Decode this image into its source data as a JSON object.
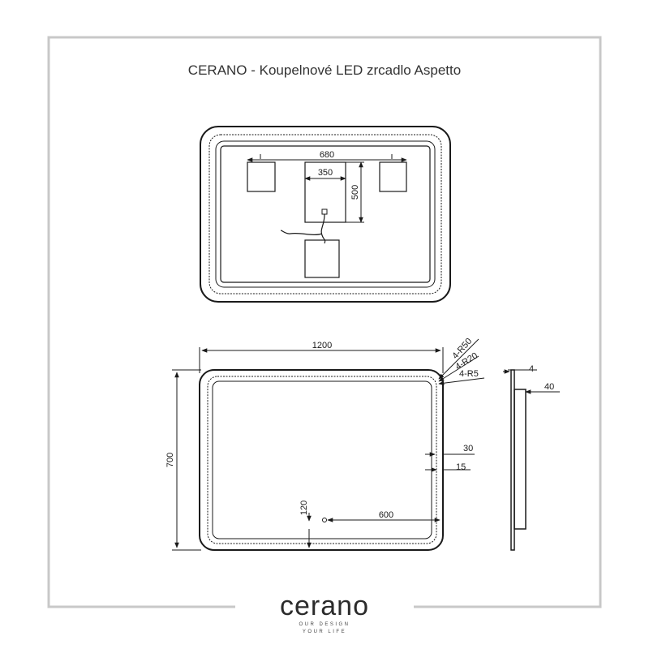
{
  "title": "CERANO - Koupelnové LED zrcadlo Aspetto",
  "brand": {
    "name": "cerano",
    "tagline_line1": "OUR DESIGN",
    "tagline_line2": "YOUR LIFE"
  },
  "top_view": {
    "dims": {
      "width": "680",
      "box_width": "350",
      "box_height": "500"
    }
  },
  "front_view": {
    "dims": {
      "width": "1200",
      "height": "700",
      "r50": "4-R50",
      "r20": "4-R20",
      "r5": "4-R5",
      "edge30": "30",
      "edge15": "15",
      "switch_height": "120",
      "switch_offset": "600"
    }
  },
  "side_view": {
    "dims": {
      "glass": "4",
      "depth": "40"
    }
  },
  "colors": {
    "frame": "#c8c8c8",
    "line": "#1a1a1a"
  }
}
